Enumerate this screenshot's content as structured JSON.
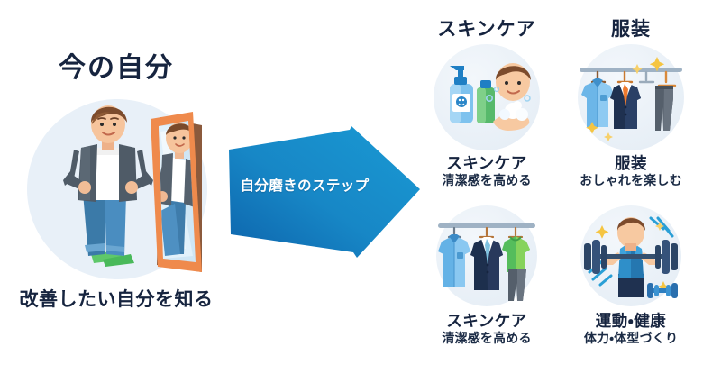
{
  "left": {
    "title": "今の自分",
    "caption": "改善したい自分を知る",
    "illustration_name": "man-looking-in-mirror"
  },
  "arrow": {
    "label": "自分磨きのステップ",
    "color_start": "#1b8ec9",
    "color_end": "#0e63ab",
    "direction": "right"
  },
  "cards": [
    {
      "heading": "スキンケア",
      "label": "スキンケア",
      "sub": "清潔感を高める",
      "illustration_name": "skincare-bottles-and-face"
    },
    {
      "heading": "服装",
      "label": "服装",
      "sub": "おしゃれを楽しむ",
      "illustration_name": "clothes-on-rack-with-sparkles"
    },
    {
      "heading": "",
      "label": "スキンケア",
      "sub": "清潔感を高める",
      "illustration_name": "shirt-suit-tshirt-on-rack"
    },
    {
      "heading": "",
      "label": "運動・健康",
      "sub": "体力・体型づくり",
      "illustration_name": "man-lifting-barbell"
    }
  ],
  "colors": {
    "text_dark": "#16243f",
    "accent_blue": "#1b8ec9",
    "circle_bg": "#e9f0f7",
    "mirror_frame": "#e8763a"
  }
}
